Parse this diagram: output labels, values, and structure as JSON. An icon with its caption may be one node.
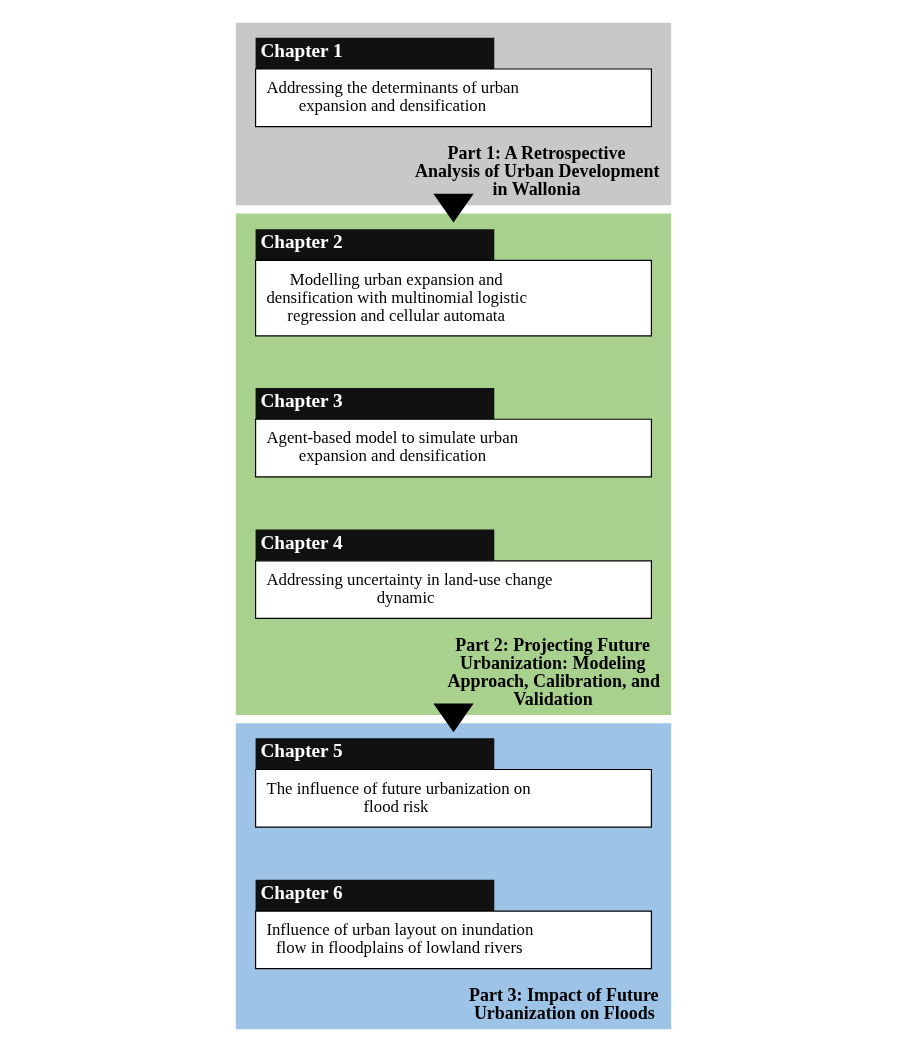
{
  "diagram": {
    "nodes": [
      {
        "text": [
          "Part 1: A Retrospective Analysis of Urban Development in Wallonia"
        ]
      },
      {
        "text": [
          "Chapter 1",
          "Addressing the determinants of urban expansion and densification"
        ],
        "in": 0
      },
      {
        "text": [
          "Part 2: Projecting Future Urbanization: Modeling Approach, Calibration, and Validation"
        ]
      },
      {
        "text": [
          "Chapter 2",
          "Modelling urban expansion and densification with multinomial logistic regression and cellular automata"
        ],
        "in": 2
      },
      {
        "text": [
          "Chapter 3",
          "Agent-based model to simulate urban expansion and densification"
        ],
        "in": 2
      },
      {
        "text": [
          "Chapter 4",
          "Addressing uncertainty in land-use change dynamic"
        ],
        "in": 2
      },
      {
        "text": [
          "Part 3: Impact of Future Urbanization on Floods"
        ]
      },
      {
        "text": [
          "Chapter 5",
          "The influence of future urbanization on flood risk"
        ],
        "in": 6
      },
      {
        "text": [
          "Chapter 6",
          "Influence of urban layout on inundation flow in floodplains of lowland rivers"
        ],
        "in": 6
      }
    ],
    "edges": [
      {
        "from": 0,
        "to": 2,
        "arrow": "to",
        "style": "thick"
      },
      {
        "from": 2,
        "to": 6,
        "arrow": "to",
        "style": "thick"
      }
    ]
  }
}
